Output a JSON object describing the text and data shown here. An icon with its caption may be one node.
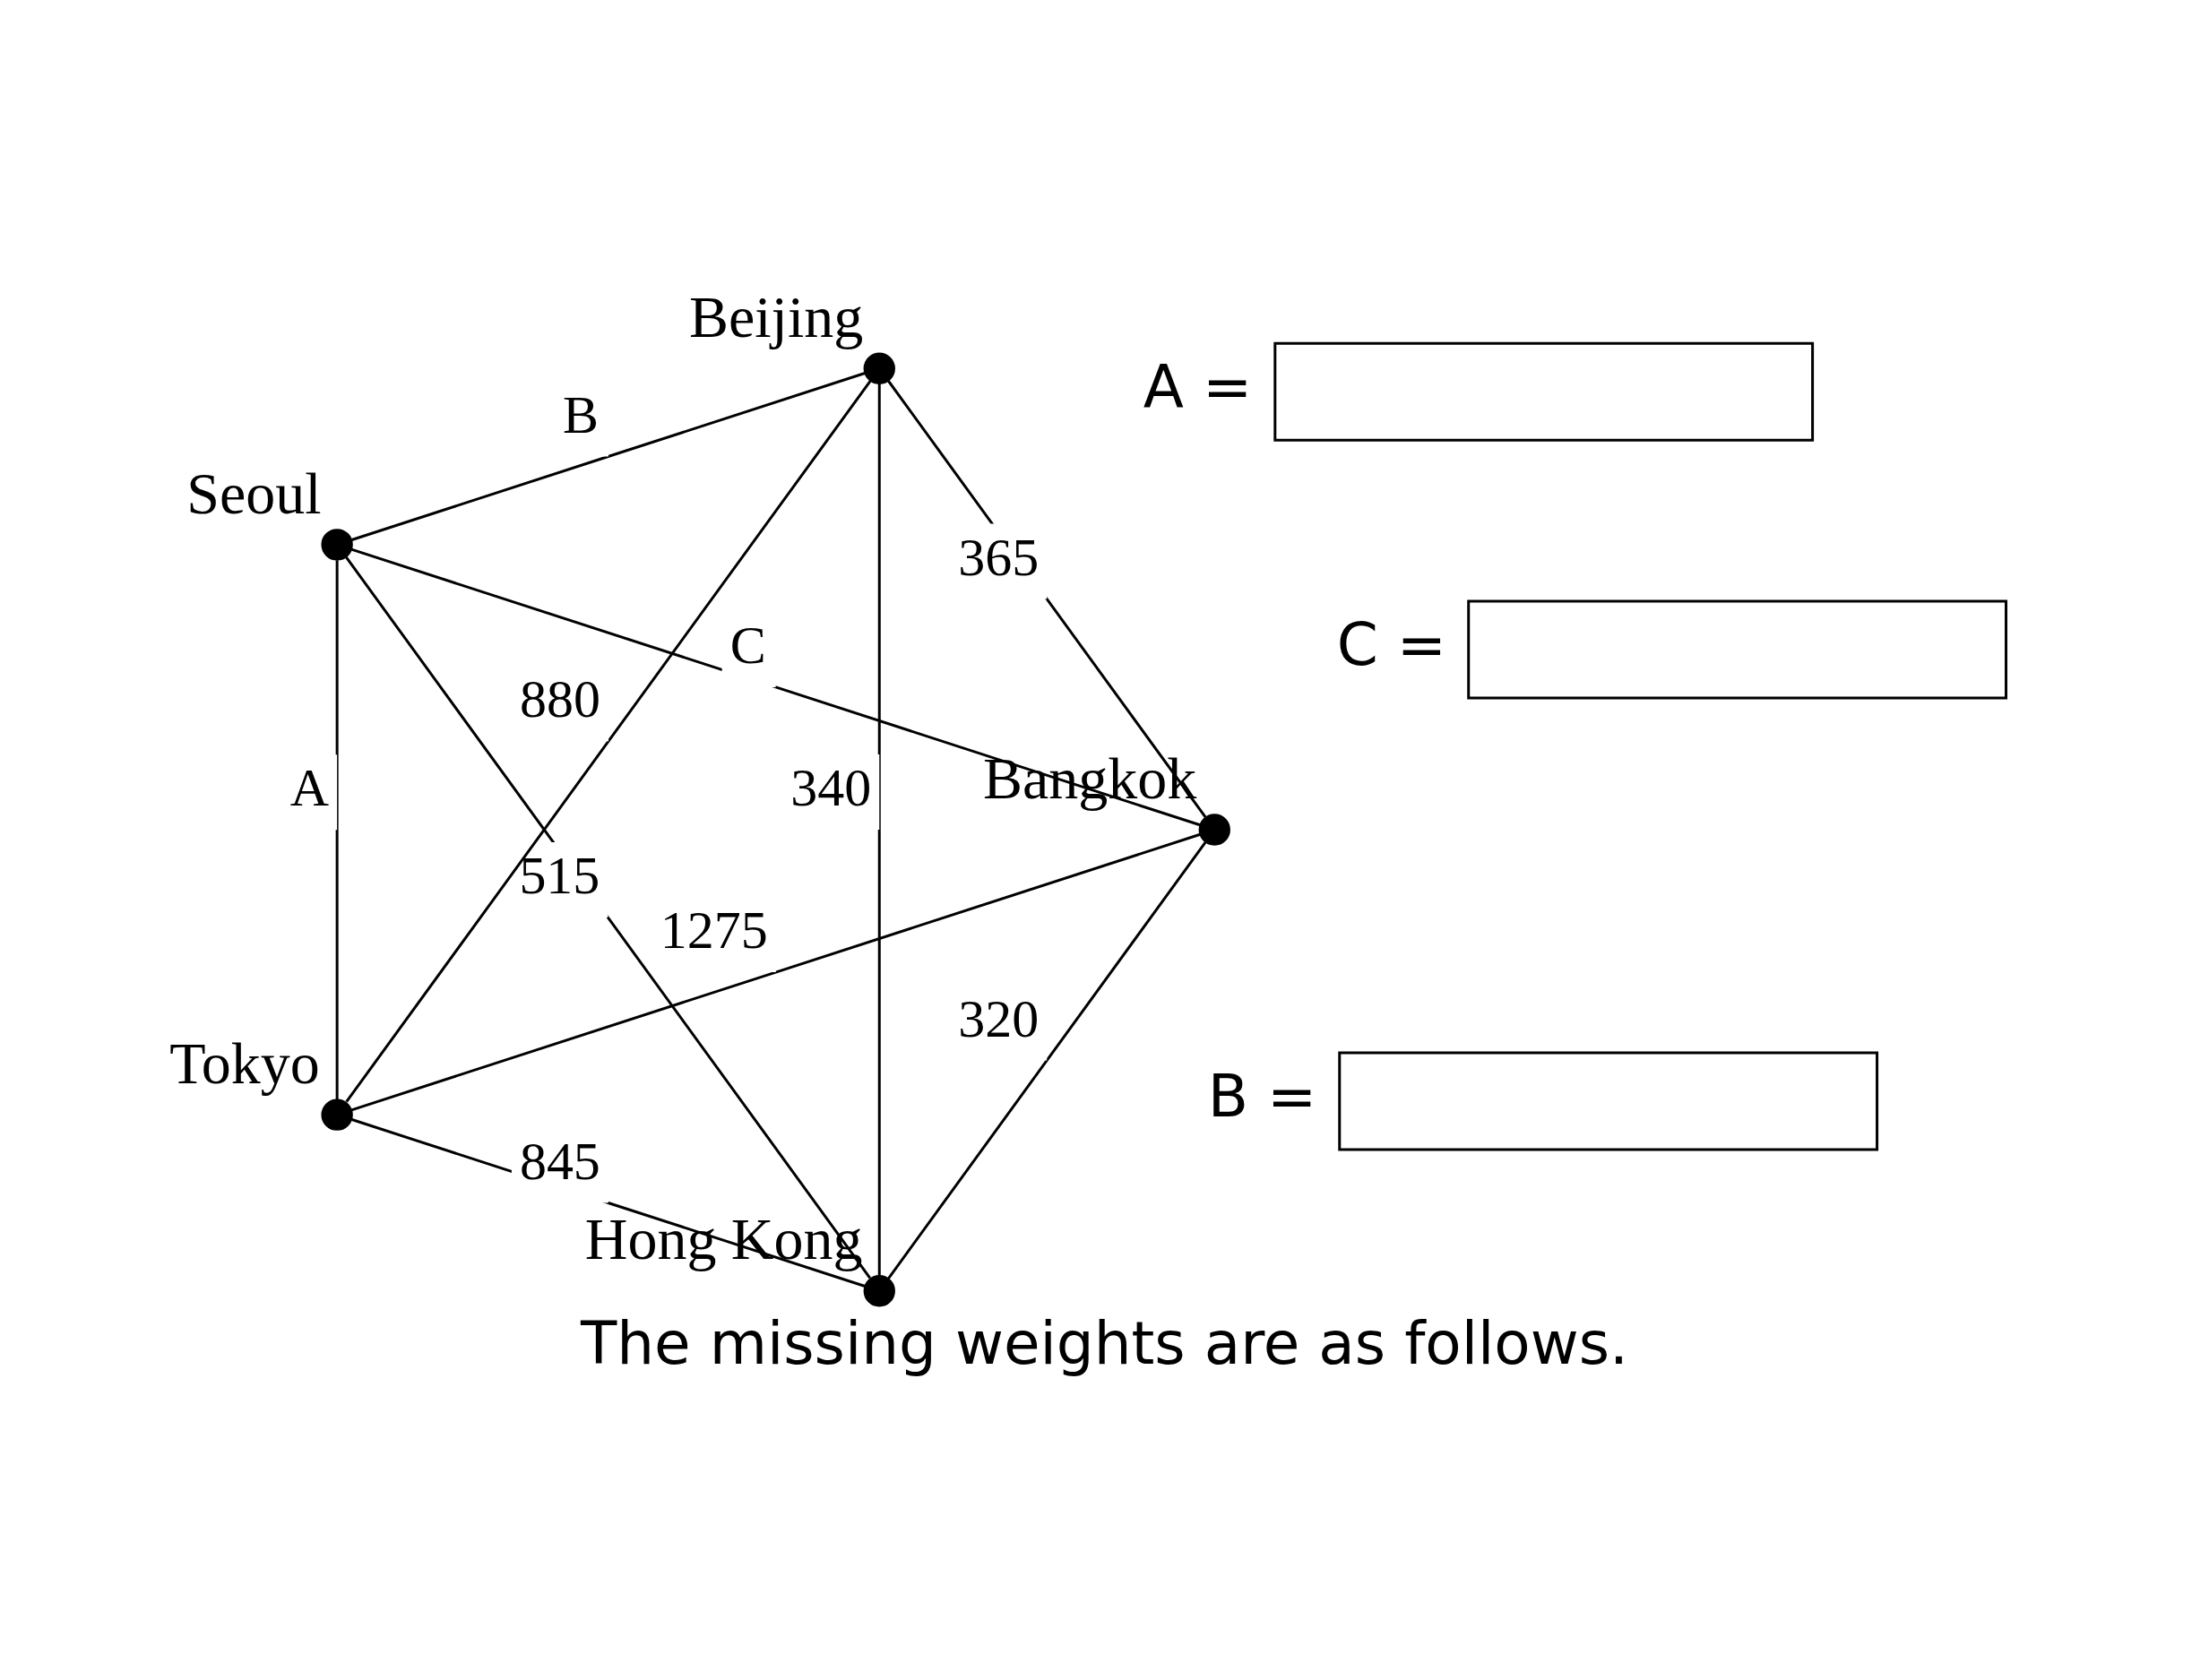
{
  "diagram": {
    "caption": "The missing weights are as follows.",
    "nodes": [
      {
        "text": [],
        "shape": "circle",
        "beside": [
          "Hong Kong"
        ]
      },
      {
        "text": [],
        "shape": "circle",
        "beside": [
          "Bangkok"
        ]
      },
      {
        "text": [],
        "shape": "circle",
        "beside": [
          "Seoul"
        ]
      },
      {
        "text": [],
        "shape": "circle",
        "beside": [
          "Beijing"
        ]
      },
      {
        "text": [],
        "shape": "circle",
        "beside": [
          "Tokyo"
        ]
      }
    ],
    "edges": [
      {
        "from": 0,
        "to": 4,
        "arrow": "none",
        "label": "845"
      },
      {
        "from": 0,
        "to": 3,
        "arrow": "none",
        "label": "340"
      },
      {
        "from": 0,
        "to": 2,
        "arrow": "none",
        "label": "515"
      },
      {
        "from": 0,
        "to": 1,
        "arrow": "none",
        "label": "320"
      },
      {
        "from": 4,
        "to": 1,
        "arrow": "none",
        "label": "1275"
      },
      {
        "from": 4,
        "to": 3,
        "arrow": "none",
        "label": "880"
      },
      {
        "from": 4,
        "to": 2,
        "arrow": "none",
        "label": "A"
      },
      {
        "from": 3,
        "to": 1,
        "arrow": "none",
        "label": "365"
      },
      {
        "from": 3,
        "to": 2,
        "arrow": "none",
        "label": "B"
      },
      {
        "from": 1,
        "to": 2,
        "arrow": "none",
        "label": "C"
      }
    ],
    "labels": [
      "A =",
      "B =",
      "C ="
    ]
  }
}
